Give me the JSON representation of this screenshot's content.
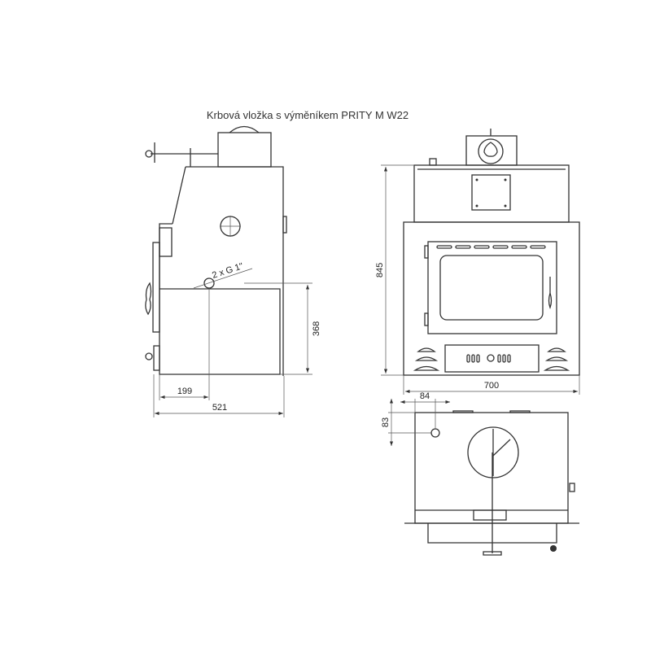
{
  "title": "Krbová vložka s výměníkem PRITY M W22",
  "side_view": {
    "pipe_label": "2 x G 1\"",
    "dim_height": "368",
    "dim_pipe_offset": "199",
    "dim_depth": "521"
  },
  "front_view": {
    "dim_height": "845",
    "dim_width": "700"
  },
  "top_view": {
    "dim_x": "84",
    "dim_y": "83"
  }
}
